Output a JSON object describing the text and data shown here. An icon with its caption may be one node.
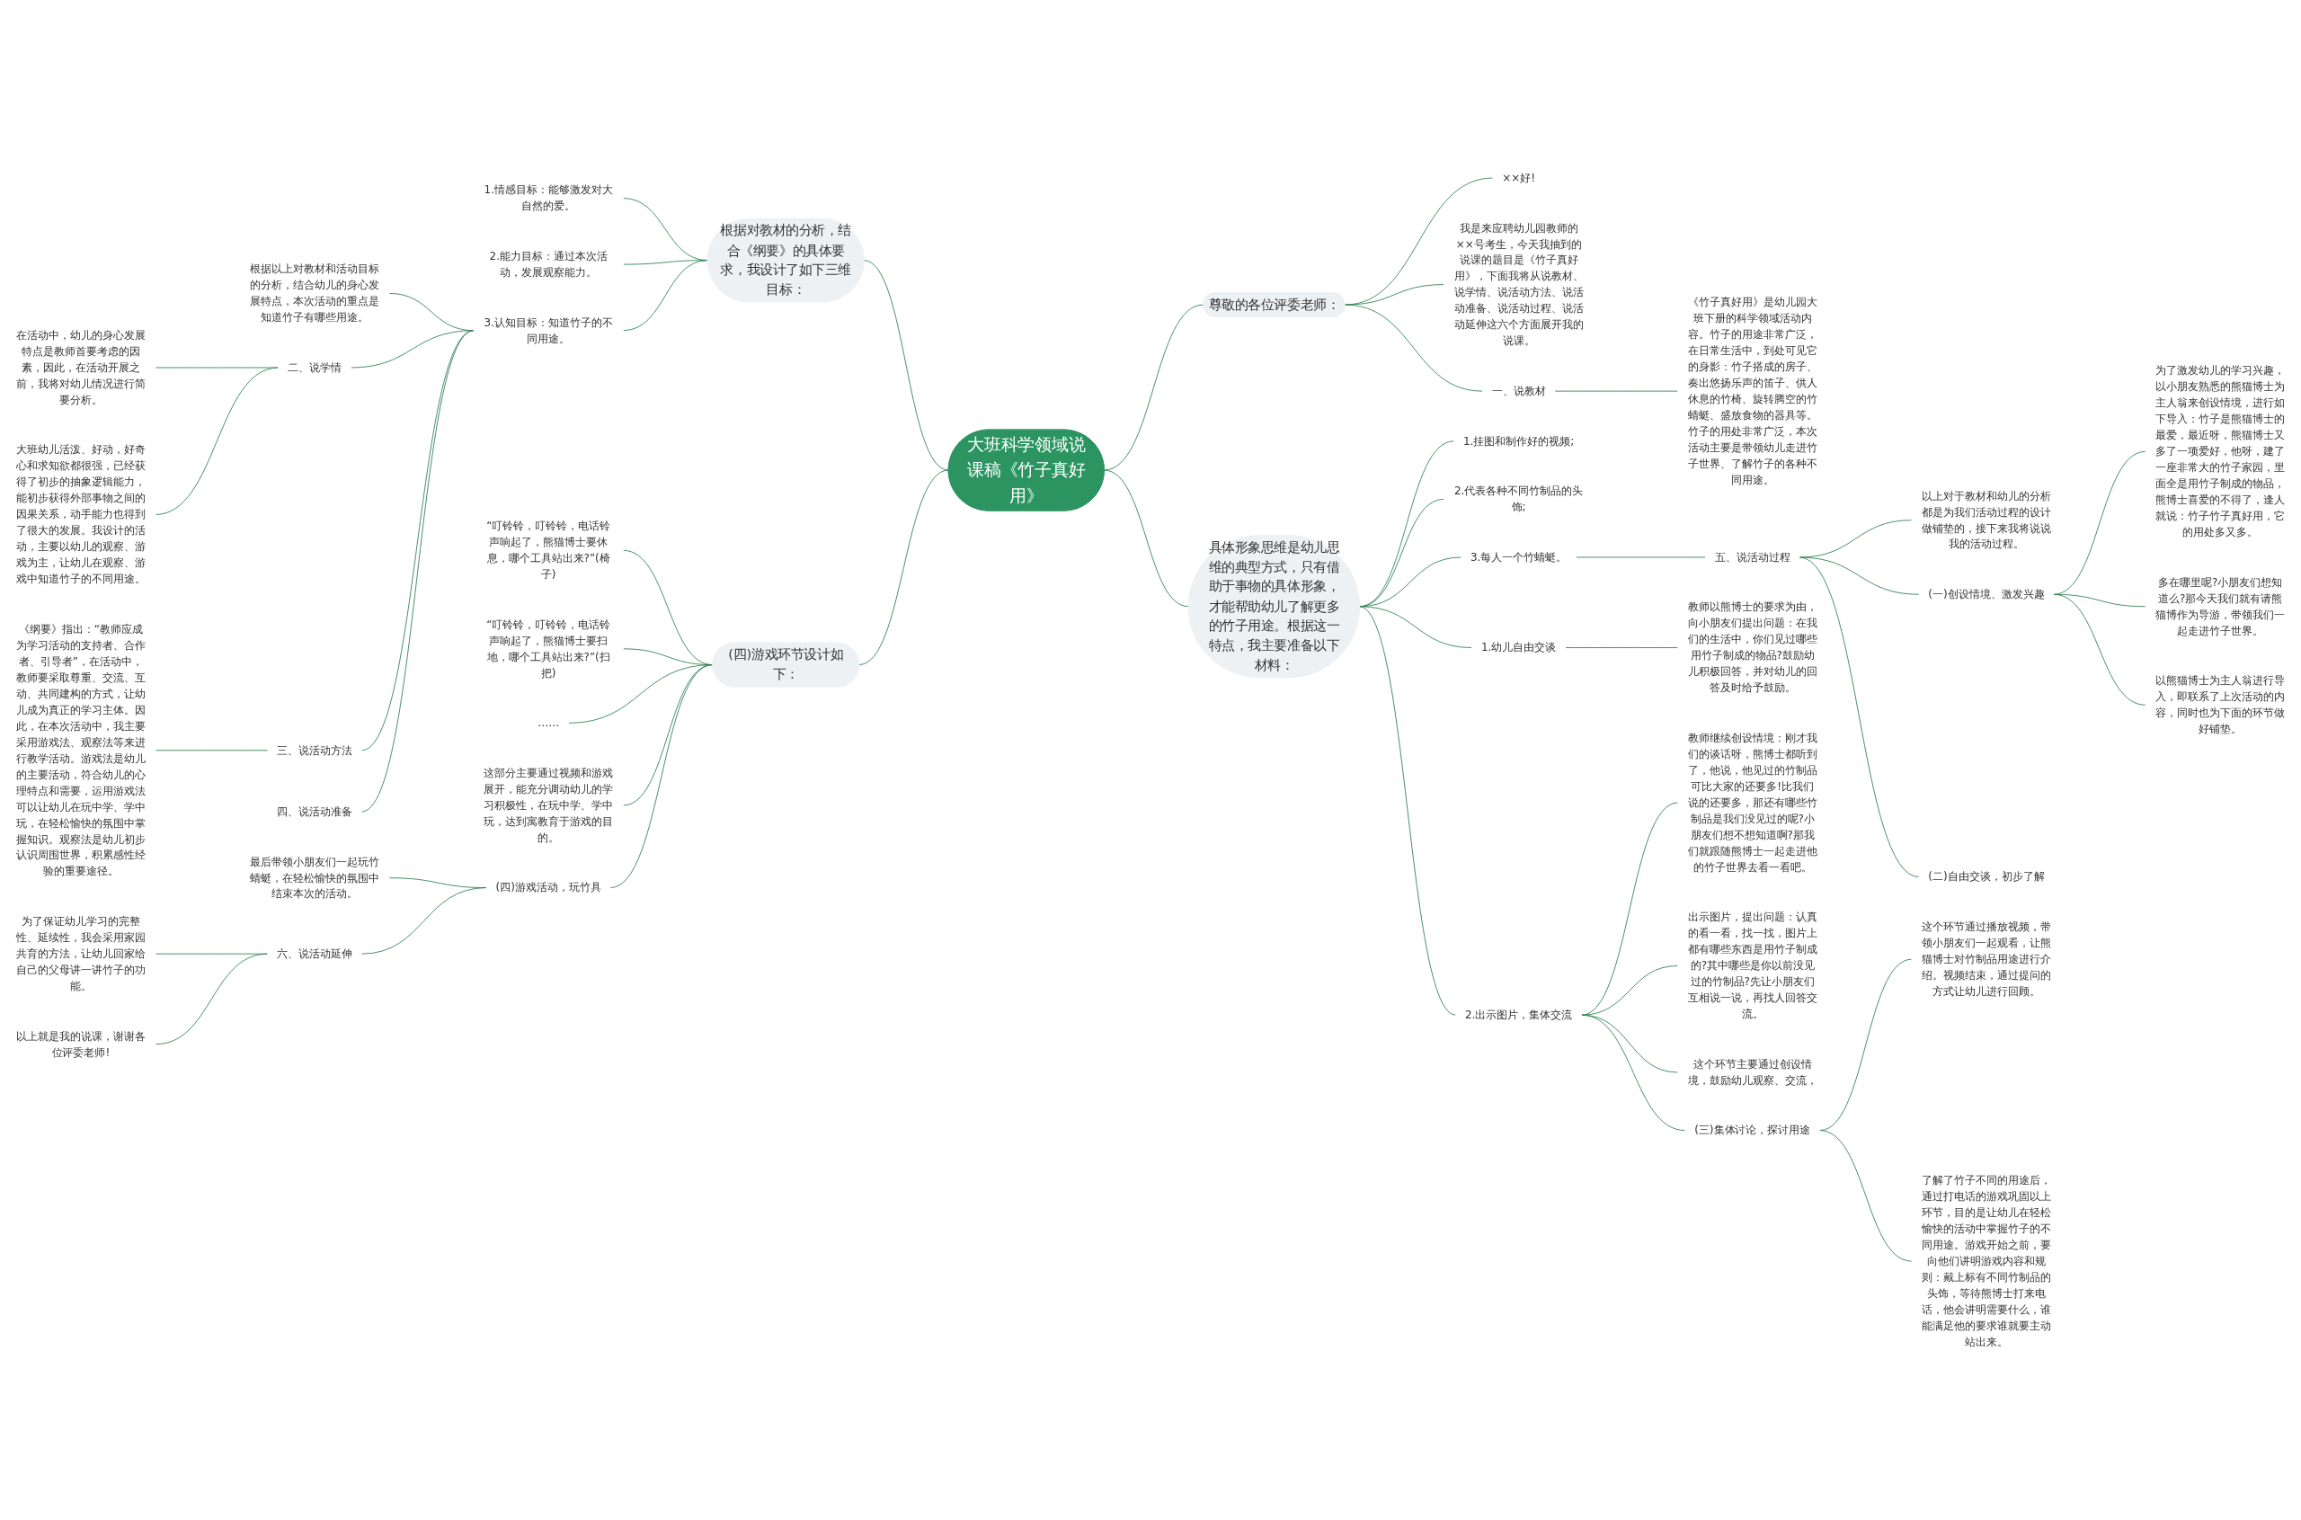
{
  "diagram": {
    "nodes": [
      {
        "text": [
          "大班科学领域说课稿《竹子真好用》"
        ]
      },
      {
        "text": [
          "尊敬的各位评委老师："
        ]
      },
      {
        "text": [
          "××好!"
        ]
      },
      {
        "text": [
          "我是来应聘幼儿园教师的××号考生，今天我抽到的说课的题目是《竹子真好用》，下面我将从说教材、说学情、说活动方法、说活动准备、说活动过程、说活动延伸这六个方面展开我的说课。"
        ]
      },
      {
        "text": [
          "一、说教材"
        ]
      },
      {
        "text": [
          "《竹子真好用》是幼儿园大班下册的科学领域活动内容。竹子的用途非常广泛，在日常生活中，到处可见它的身影：竹子搭成的房子、奏出悠扬乐声的笛子、供人休息的竹椅、旋转腾空的竹蜻蜓、盛放食物的器具等。竹子的用处非常广泛，本次活动主要是带领幼儿走进竹子世界、了解竹子的各种不同用途。"
        ]
      },
      {
        "text": [
          "具体形象思维是幼儿思维的典型方式，只有借助于事物的具体形象，才能帮助幼儿了解更多的竹子用途。根据这一特点，我主要准备以下材料："
        ]
      },
      {
        "text": [
          "1.挂图和制作好的视频;"
        ]
      },
      {
        "text": [
          "2.代表各种不同竹制品的头饰;"
        ]
      },
      {
        "text": [
          "3.每人一个竹蜻蜓。"
        ]
      },
      {
        "text": [
          "五、说活动过程"
        ]
      },
      {
        "text": [
          "以上对于教材和幼儿的分析都是为我们活动过程的设计做铺垫的，接下来我将说说我的活动过程。"
        ]
      },
      {
        "text": [
          "(一)创设情境、激发兴趣"
        ]
      },
      {
        "text": [
          "为了激发幼儿的学习兴趣，以小朋友熟悉的熊猫博士为主人翁来创设情境，进行如下导入：竹子是熊猫博士的最爱，最近呀，熊猫博士又多了一项爱好，他呀，建了一座非常大的竹子家园，里面全是用竹子制成的物品，熊博士喜爱的不得了，逢人就说：竹子竹子真好用，它的用处多又多。"
        ]
      },
      {
        "text": [
          "多在哪里呢?小朋友们想知道么?那今天我们就有请熊猫博作为导游，带领我们一起走进竹子世界。"
        ]
      },
      {
        "text": [
          "以熊猫博士为主人翁进行导入，即联系了上次活动的内容，同时也为下面的环节做好铺垫。"
        ]
      },
      {
        "text": [
          "(二)自由交谈，初步了解"
        ]
      },
      {
        "text": [
          "1.幼儿自由交谈"
        ]
      },
      {
        "text": [
          "教师以熊博士的要求为由，向小朋友们提出问题：在我们的生活中，你们见过哪些用竹子制成的物品?鼓励幼儿积极回答，并对幼儿的回答及时给予鼓励。"
        ]
      },
      {
        "text": [
          "2.出示图片，集体交流"
        ]
      },
      {
        "text": [
          "教师继续创设情境：刚才我们的谈话呀，熊博士都听到了，他说，他见过的竹制品可比大家的还要多!比我们说的还要多，那还有哪些竹制品是我们没见过的呢?小朋友们想不想知道啊?那我们就跟随熊博士一起走进他的竹子世界去看一看吧。"
        ]
      },
      {
        "text": [
          "出示图片，提出问题：认真的看一看，找一找，图片上都有哪些东西是用竹子制成的?其中哪些是你以前没见过的竹制品?先让小朋友们互相说一说，再找人回答交流。"
        ]
      },
      {
        "text": [
          "这个环节主要通过创设情境，鼓励幼儿观察、交流，"
        ]
      },
      {
        "text": [
          "(三)集体讨论，探讨用途"
        ]
      },
      {
        "text": [
          "这个环节通过播放视频，带领小朋友们一起观看，让熊猫博士对竹制品用途进行介绍。视频结束，通过提问的方式让幼儿进行回顾。"
        ]
      },
      {
        "text": [
          "了解了竹子不同的用途后，通过打电话的游戏巩固以上环节，目的是让幼儿在轻松愉快的活动中掌握竹子的不同用途。游戏开始之前，要向他们讲明游戏内容和规则：戴上标有不同竹制品的头饰，等待熊博士打来电话，他会讲明需要什么，谁能满足他的要求谁就要主动站出来。"
        ]
      },
      {
        "text": [
          "根据对教材的分析，结合《纲要》的具体要求，我设计了如下三维目标："
        ]
      },
      {
        "text": [
          "1.情感目标：能够激发对大自然的爱。"
        ]
      },
      {
        "text": [
          "2.能力目标：通过本次活动，发展观察能力。"
        ]
      },
      {
        "text": [
          "3.认知目标：知道竹子的不同用途。"
        ]
      },
      {
        "text": [
          "根据以上对教材和活动目标的分析，结合幼儿的身心发展特点，本次活动的重点是知道竹子有哪些用途。"
        ]
      },
      {
        "text": [
          "二、说学情"
        ]
      },
      {
        "text": [
          "在活动中，幼儿的身心发展特点是教师首要考虑的因素，因此，在活动开展之前，我将对幼儿情况进行简要分析。"
        ]
      },
      {
        "text": [
          "大班幼儿活泼、好动，好奇心和求知欲都很强，已经获得了初步的抽象逻辑能力，能初步获得外部事物之间的因果关系，动手能力也得到了很大的发展。我设计的活动，主要以幼儿的观察、游戏为主，让幼儿在观察、游戏中知道竹子的不同用途。"
        ]
      },
      {
        "text": [
          "三、说活动方法"
        ]
      },
      {
        "text": [
          "《纲要》指出：“教师应成为学习活动的支持者、合作者、引导者”，在活动中，教师要采取尊重、交流、互动、共同建构的方式，让幼儿成为真正的学习主体。因此，在本次活动中，我主要采用游戏法、观察法等来进行教学活动。游戏法是幼儿的主要活动，符合幼儿的心理特点和需要，运用游戏法可以让幼儿在玩中学、学中玩，在轻松愉快的氛围中掌握知识。观察法是幼儿初步认识周围世界，积累感性经验的重要途径。"
        ]
      },
      {
        "text": [
          "四、说活动准备"
        ]
      },
      {
        "text": [
          "(四)游戏环节设计如下："
        ]
      },
      {
        "text": [
          "“叮铃铃，叮铃铃，电话铃声响起了，熊猫博士要休息，哪个工具站出来?”(椅子)"
        ]
      },
      {
        "text": [
          "“叮铃铃，叮铃铃，电话铃声响起了，熊猫博士要扫地，哪个工具站出来?”(扫把)"
        ]
      },
      {
        "text": [
          "……"
        ]
      },
      {
        "text": [
          "这部分主要通过视频和游戏展开，能充分调动幼儿的学习积极性，在玩中学、学中玩，达到寓教育于游戏的目的。"
        ]
      },
      {
        "text": [
          "(四)游戏活动，玩竹具"
        ]
      },
      {
        "text": [
          "最后带领小朋友们一起玩竹蜻蜓，在轻松愉快的氛围中结束本次的活动。"
        ]
      },
      {
        "text": [
          "六、说活动延伸"
        ]
      },
      {
        "text": [
          "为了保证幼儿学习的完整性、延续性，我会采用家园共育的方法，让幼儿回家给自己的父母讲一讲竹子的功能。"
        ]
      },
      {
        "text": [
          "以上就是我的说课，谢谢各位评委老师!"
        ]
      }
    ],
    "edges": [
      {
        "from": 0,
        "to": 1,
        "arrow": "none"
      },
      {
        "from": 1,
        "to": 2,
        "arrow": "none"
      },
      {
        "from": 1,
        "to": 3,
        "arrow": "none"
      },
      {
        "from": 1,
        "to": 4,
        "arrow": "none"
      },
      {
        "from": 4,
        "to": 5,
        "arrow": "none"
      },
      {
        "from": 0,
        "to": 6,
        "arrow": "none"
      },
      {
        "from": 6,
        "to": 7,
        "arrow": "none"
      },
      {
        "from": 6,
        "to": 8,
        "arrow": "none"
      },
      {
        "from": 6,
        "to": 9,
        "arrow": "none"
      },
      {
        "from": 9,
        "to": 10,
        "arrow": "none"
      },
      {
        "from": 10,
        "to": 11,
        "arrow": "none"
      },
      {
        "from": 10,
        "to": 12,
        "arrow": "none"
      },
      {
        "from": 12,
        "to": 13,
        "arrow": "none"
      },
      {
        "from": 12,
        "to": 14,
        "arrow": "none"
      },
      {
        "from": 12,
        "to": 15,
        "arrow": "none"
      },
      {
        "from": 10,
        "to": 16,
        "arrow": "none"
      },
      {
        "from": 6,
        "to": 17,
        "arrow": "none"
      },
      {
        "from": 17,
        "to": 18,
        "arrow": "none"
      },
      {
        "from": 6,
        "to": 19,
        "arrow": "none"
      },
      {
        "from": 19,
        "to": 20,
        "arrow": "none"
      },
      {
        "from": 19,
        "to": 21,
        "arrow": "none"
      },
      {
        "from": 19,
        "to": 22,
        "arrow": "none"
      },
      {
        "from": 19,
        "to": 23,
        "arrow": "none"
      },
      {
        "from": 23,
        "to": 24,
        "arrow": "none"
      },
      {
        "from": 23,
        "to": 25,
        "arrow": "none"
      },
      {
        "from": 0,
        "to": 26,
        "arrow": "none"
      },
      {
        "from": 26,
        "to": 27,
        "arrow": "none"
      },
      {
        "from": 26,
        "to": 28,
        "arrow": "none"
      },
      {
        "from": 26,
        "to": 29,
        "arrow": "none"
      },
      {
        "from": 29,
        "to": 30,
        "arrow": "none"
      },
      {
        "from": 29,
        "to": 31,
        "arrow": "none"
      },
      {
        "from": 31,
        "to": 32,
        "arrow": "none"
      },
      {
        "from": 31,
        "to": 33,
        "arrow": "none"
      },
      {
        "from": 29,
        "to": 34,
        "arrow": "none"
      },
      {
        "from": 34,
        "to": 35,
        "arrow": "none"
      },
      {
        "from": 29,
        "to": 36,
        "arrow": "none"
      },
      {
        "from": 0,
        "to": 37,
        "arrow": "none"
      },
      {
        "from": 37,
        "to": 38,
        "arrow": "none"
      },
      {
        "from": 37,
        "to": 39,
        "arrow": "none"
      },
      {
        "from": 37,
        "to": 40,
        "arrow": "none"
      },
      {
        "from": 37,
        "to": 41,
        "arrow": "none"
      },
      {
        "from": 37,
        "to": 42,
        "arrow": "none"
      },
      {
        "from": 42,
        "to": 43,
        "arrow": "none"
      },
      {
        "from": 42,
        "to": 44,
        "arrow": "none"
      },
      {
        "from": 44,
        "to": 45,
        "arrow": "none"
      },
      {
        "from": 44,
        "to": 46,
        "arrow": "none"
      }
    ]
  }
}
